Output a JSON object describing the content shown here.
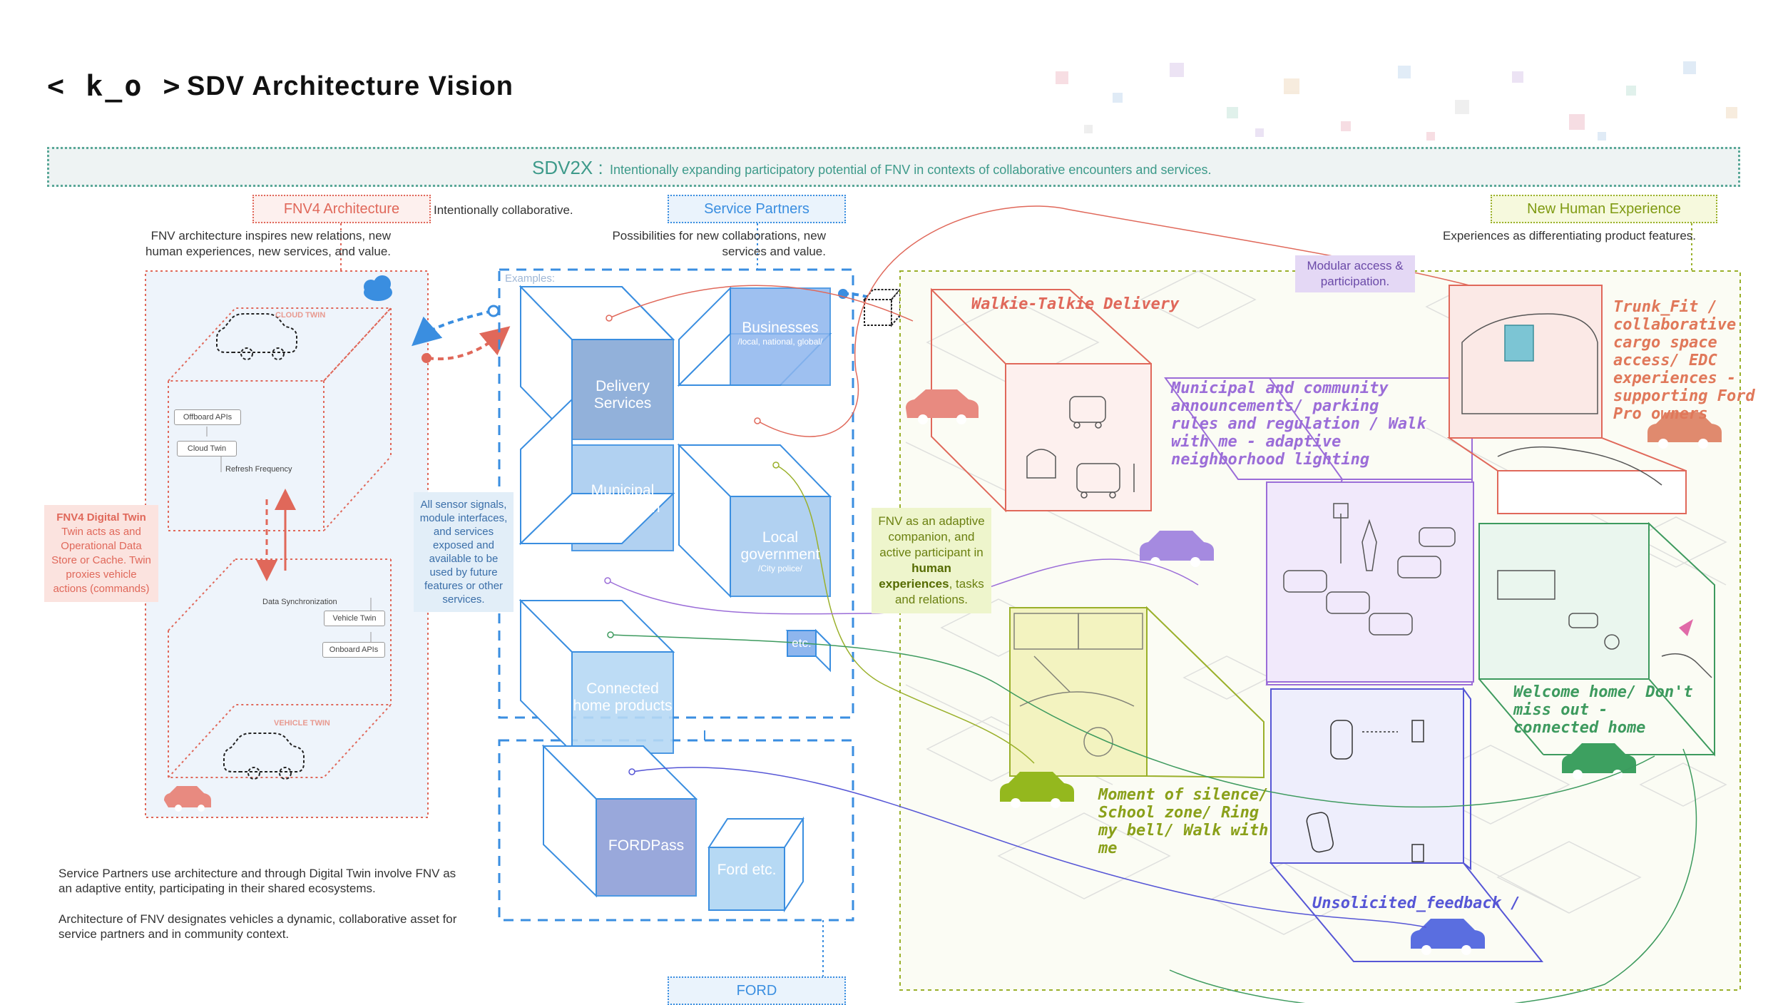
{
  "header": {
    "logo": "< k_o >",
    "title": "SDV Architecture Vision"
  },
  "banner": {
    "heading": "SDV2X :",
    "text": "Intentionally expanding participatory potential of FNV in contexts of collaborative encounters and services."
  },
  "fnv4": {
    "tag": "FNV4 Architecture",
    "note": "Intentionally collaborative.",
    "description": "FNV architecture inspires new relations, new human experiences, new services, and value.",
    "cloud_twin": "CLOUD TWIN",
    "vehicle_twin": "VEHICLE TWIN",
    "offboard_apis": "Offboard APIs",
    "cloud_twin_box": "Cloud Twin",
    "refresh_frequency": "Refresh Frequency",
    "data_sync": "Data Synchronization",
    "vehicle_twin_box": "Vehicle Twin",
    "onboard_apis": "Onboard APIs",
    "digital_twin_title": "FNV4 Digital Twin",
    "digital_twin_text": "Twin acts as and Operational Data Store or Cache. Twin proxies vehicle actions (commands)"
  },
  "service_partners": {
    "tag": "Service Partners",
    "description": "Possibilities for new collaborations, new services and value.",
    "examples_label": "Examples:",
    "sensor_note": "All sensor signals, module interfaces, and services exposed and available to be used by future features or other services.",
    "cubes": [
      {
        "label": "Delivery Services",
        "sub": ""
      },
      {
        "label": "Businesses",
        "sub": "/local, national, global/"
      },
      {
        "label": "Municipal corporation",
        "sub": ""
      },
      {
        "label": "Local government",
        "sub": "/City police/"
      },
      {
        "label": "Connected home products",
        "sub": ""
      }
    ],
    "etc": "etc."
  },
  "ford": {
    "tag": "FORD",
    "fordpass": "FORDPass",
    "ford_etc": "Ford etc."
  },
  "nhe": {
    "tag": "New Human Experience",
    "description": "Experiences as differentiating product features.",
    "modular": "Modular access & participation.",
    "fnv_note_pre": "FNV as an adaptive companion, and active participant in",
    "fnv_note_bold": "human experiences",
    "fnv_note_post": ", tasks and relations.",
    "experiences": {
      "walkie": "Walkie-Talkie Delivery",
      "municipal": "Municipal and community announcements/ parking rules and regulation / Walk with me - adaptive neighborhood lighting",
      "trunk": "Trunk_Fit / collaborative cargo space access/ EDC experiences -supporting Ford Pro owners",
      "welcome": "Welcome home/ Don't miss out - connected home",
      "moment": "Moment of silence/ School zone/ Ring my bell/ Walk with me",
      "unsolicited": "Unsolicited_feedback /"
    }
  },
  "bottom": {
    "note1": "Service Partners use architecture and through Digital Twin involve FNV as an adaptive entity, participating in their shared ecosystems.",
    "note2": "Architecture of FNV designates vehicles a dynamic, collaborative asset for service partners and in community context."
  },
  "colors": {
    "fnv": "#e0685a",
    "service": "#3a8ee0",
    "nhe": "#9ab02a",
    "teal": "#3d9a8a",
    "purple": "#9b6dd8",
    "green": "#3d9a5e",
    "blue": "#5656d6"
  }
}
